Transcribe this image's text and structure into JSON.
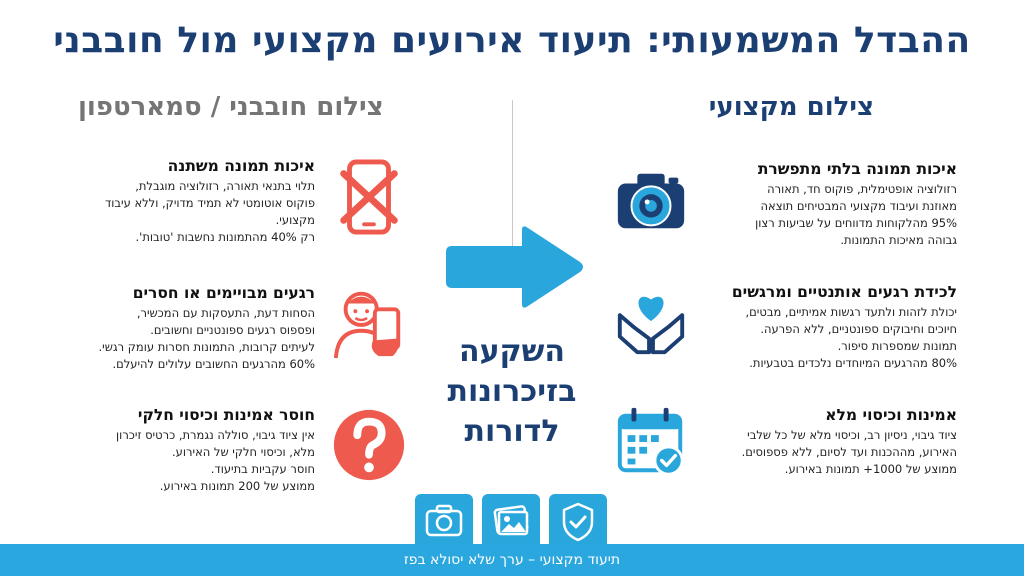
{
  "title": "ההבדל המשמעותי: תיעוד אירועים מקצועי מול חובבני",
  "right_column": {
    "heading": "צילום מקצועי",
    "items": [
      {
        "title": "איכות תמונה בלתי מתפשרת",
        "lines": [
          "רזולוציה אופטימלית, פוקוס חד, תאורה",
          "מאוזנת ועיבוד מקצועי המבטיחים תוצאה",
          "95% מהלקוחות מדווחים על שביעות רצון",
          "גבוהה מאיכות התמונות."
        ],
        "icon": "camera-icon"
      },
      {
        "title": "לכידת רגעים אותנטיים ומרגשים",
        "lines": [
          "יכולת לזהות ולתעד רגשות אמיתיים, מבטים,",
          "חיוכים וחיבוקים ספונטניים, ללא הפרעה.",
          "תמונות שמספרות סיפור.",
          "80% מהרגעים המיוחדים נלכדים בטבעיות."
        ],
        "icon": "heart-hands-icon"
      },
      {
        "title": "אמינות וכיסוי מלא",
        "lines": [
          "ציוד גיבוי, ניסיון רב, וכיסוי מלא של כל שלבי",
          "האירוע, מההכנות ועד לסיום, ללא פספוסים.",
          "ממוצע של 1000+ תמונות באירוע."
        ],
        "icon": "calendar-check-icon"
      }
    ]
  },
  "left_column": {
    "heading": "צילום חובבני / סמארטפון",
    "items": [
      {
        "title": "איכות תמונה משתנה",
        "lines": [
          "תלוי בתנאי תאורה, רזולוציה מוגבלת,",
          "פוקוס אוטומטי לא תמיד מדויק, וללא עיבוד",
          "מקצועי.",
          "רק 40% מהתמונות נחשבות 'טובות'."
        ],
        "icon": "crossed-phone-icon"
      },
      {
        "title": "רגעים מבויימים או חסרים",
        "lines": [
          "הסחות דעת, התעסקות עם המכשיר,",
          "ופספוס רגעים ספונטניים וחשובים.",
          "לעיתים קרובות, התמונות חסרות עומק רגשי.",
          "60% מהרגעים החשובים עלולים להיעלם."
        ],
        "icon": "selfie-person-icon"
      },
      {
        "title": "חוסר אמינות וכיסוי חלקי",
        "lines": [
          "אין ציוד גיבוי, סוללה נגמרת, כרטיס זיכרון",
          "מלא, וכיסוי חלקי של האירוע.",
          "חוסר עקביות בתיעוד.",
          "ממוצע של 200 תמונות באירוע."
        ],
        "icon": "question-mark-icon"
      }
    ]
  },
  "center_text": [
    "השקעה",
    "בזיכרונות",
    "לדורות"
  ],
  "tabs": [
    {
      "icon": "camera-outline-icon"
    },
    {
      "icon": "photos-icon"
    },
    {
      "icon": "shield-check-icon"
    }
  ],
  "footer": "תיעוד מקצועי – ערך שלא יסולא בפז",
  "colors": {
    "navy": "#1c3f73",
    "blue": "#29a6dc",
    "coral": "#ef5a4f",
    "gray": "#757575"
  }
}
